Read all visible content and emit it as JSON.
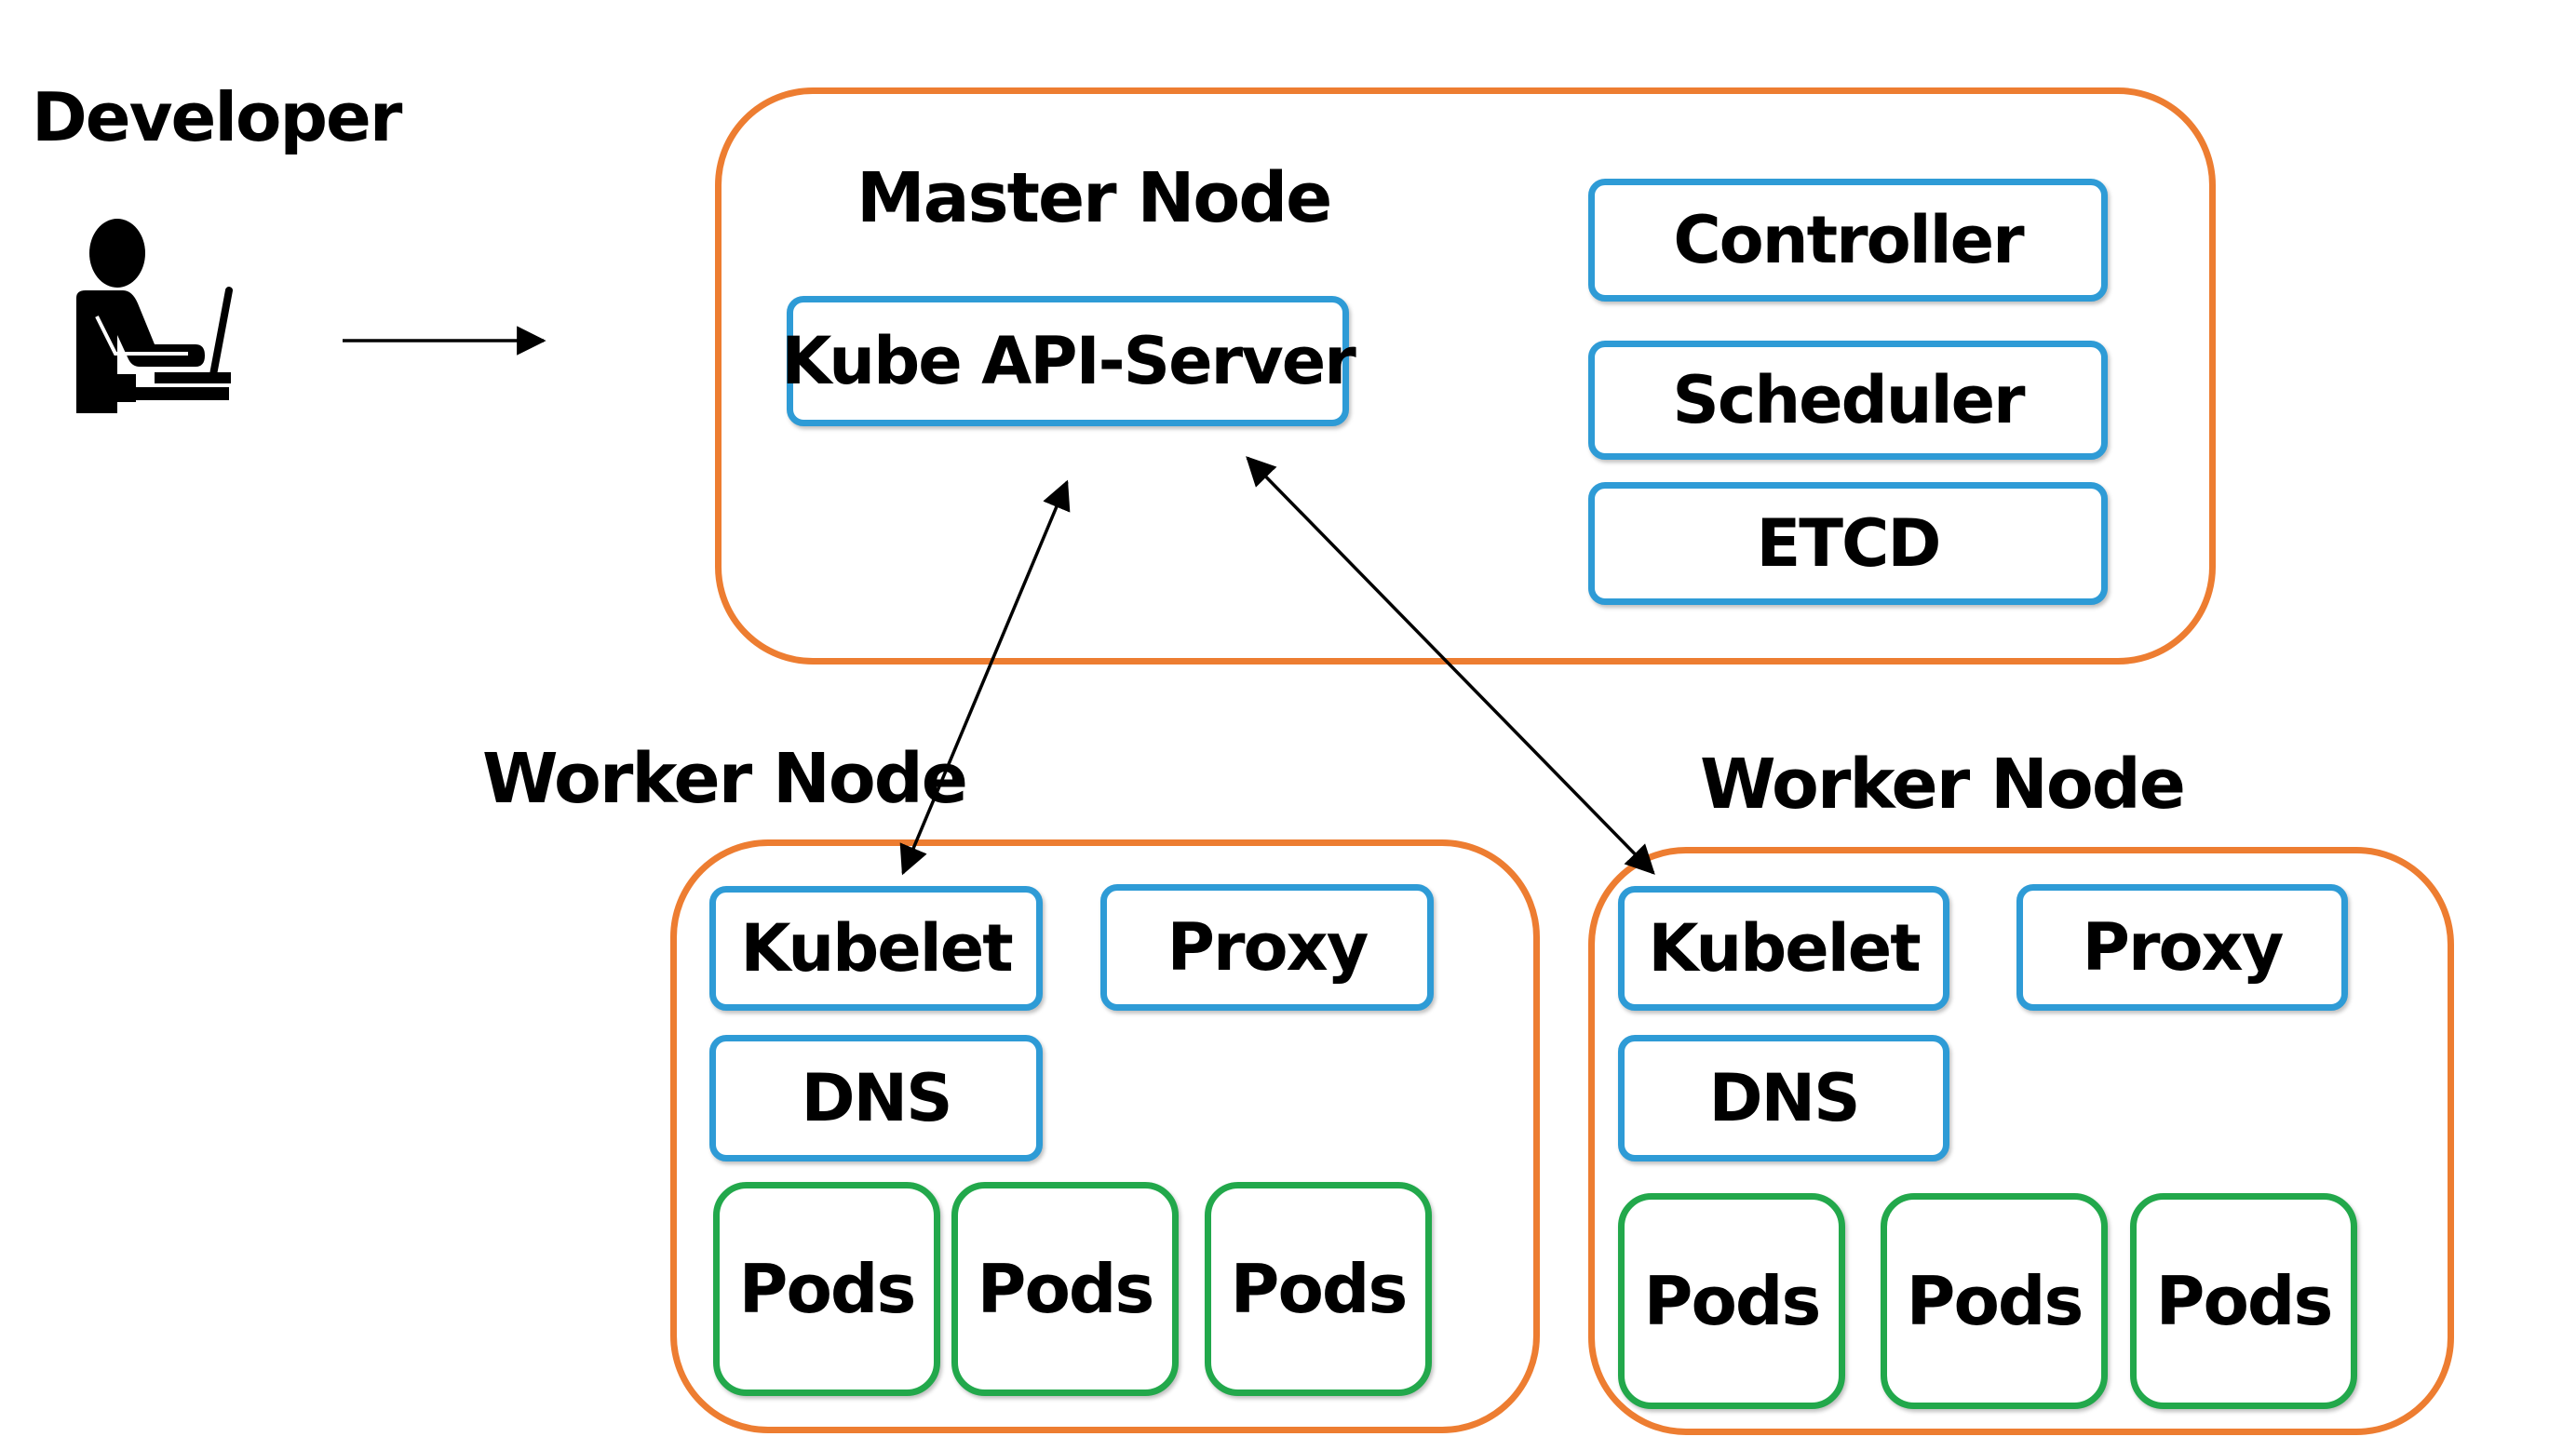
{
  "colors": {
    "group_border": "#ED7D31",
    "component_border": "#2E9BD6",
    "pod_border": "#22A84B",
    "text": "#000000",
    "background": "#ffffff"
  },
  "developer": {
    "label": "Developer",
    "icon": "person-at-laptop-icon"
  },
  "master": {
    "title": "Master Node",
    "api_server": "Kube API-Server",
    "controller": "Controller",
    "scheduler": "Scheduler",
    "etcd": "ETCD"
  },
  "workers": [
    {
      "title": "Worker Node",
      "kubelet": "Kubelet",
      "proxy": "Proxy",
      "dns": "DNS",
      "pods": [
        "Pods",
        "Pods",
        "Pods"
      ]
    },
    {
      "title": "Worker Node",
      "kubelet": "Kubelet",
      "proxy": "Proxy",
      "dns": "DNS",
      "pods": [
        "Pods",
        "Pods",
        "Pods"
      ]
    }
  ]
}
